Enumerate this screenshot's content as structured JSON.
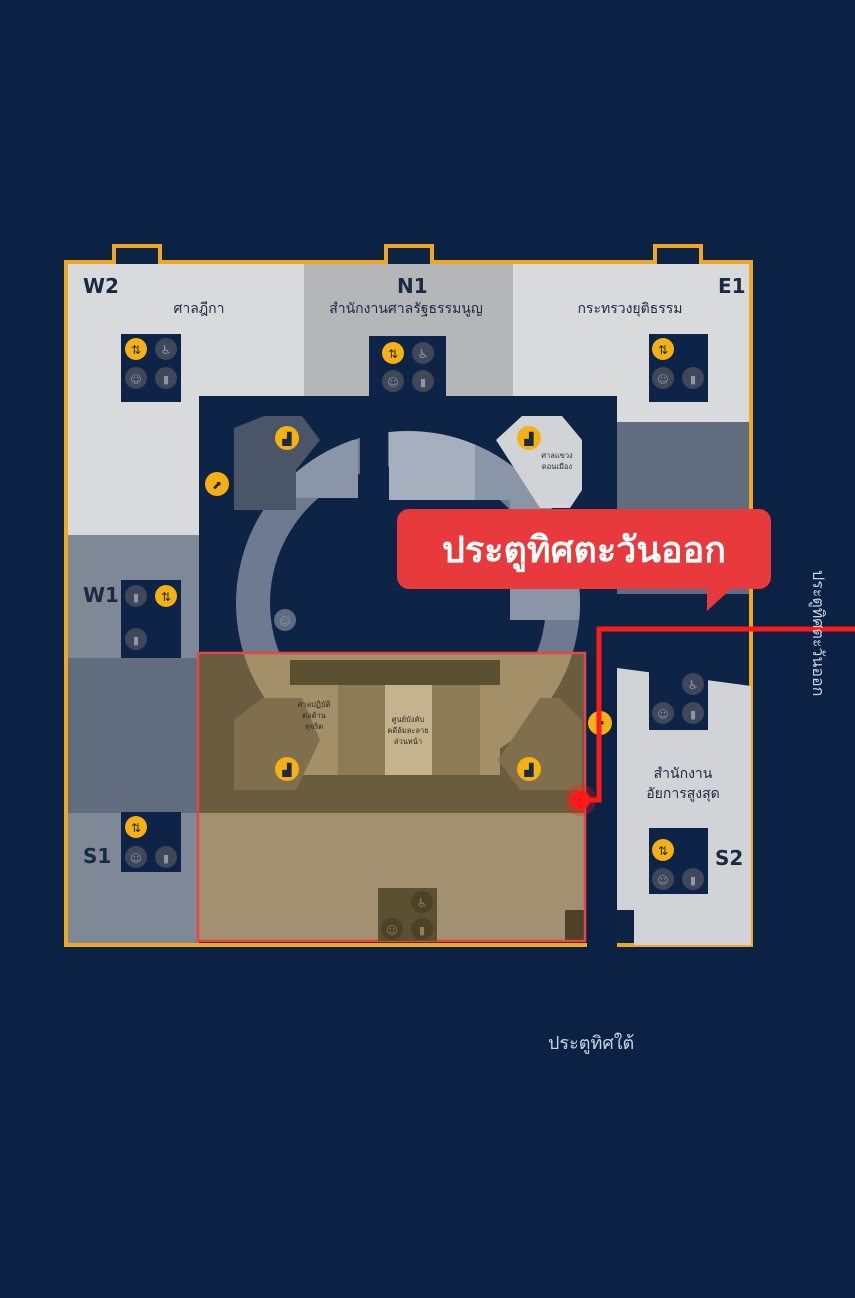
{
  "map": {
    "zones": {
      "w2": "W2",
      "n1": "N1",
      "e1": "E1",
      "w1": "W1",
      "s1": "S1",
      "s2": "S2"
    },
    "buildings": {
      "supreme_court": "ศาลฎีกา",
      "constitutional_court_office": "สำนักงานศาลรัฐธรรมนูญ",
      "ministry_of_justice": "กระทรวงยุติธรรม",
      "attorney_general_office_line1": "สำนักงาน",
      "attorney_general_office_line2": "อัยการสูงสุด",
      "donmueang_court_line1": "ศาลแขวง",
      "donmueang_court_line2": "ดอนเมือง",
      "anti_corruption_court_line1": "ศาลปฏิบัติ",
      "anti_corruption_court_line2": "ต่อต้าน",
      "anti_corruption_court_line3": "ทุจริต",
      "enforcement_center_line1": "ศูนย์บังคับ",
      "enforcement_center_line2": "คดีล้มละลาย",
      "enforcement_center_line3": "ส่วนหน้า"
    },
    "gates": {
      "east_highlight": "ประตูทิศตะวันออก",
      "east": "ประตูทิศตะวันออก",
      "south": "ประตูทิศใต้"
    },
    "colors": {
      "background": "#0c2244",
      "building_outline": "#f0a824",
      "route": "#ff1a1a",
      "callout": "#e8393d",
      "icon_yellow": "#f5b014",
      "highlight_zone": "#a18a5c"
    },
    "icons": [
      "elevator-icon",
      "wheelchair-icon",
      "restroom-icon",
      "emergency-exit-icon",
      "stairs-icon",
      "escalator-icon"
    ]
  }
}
